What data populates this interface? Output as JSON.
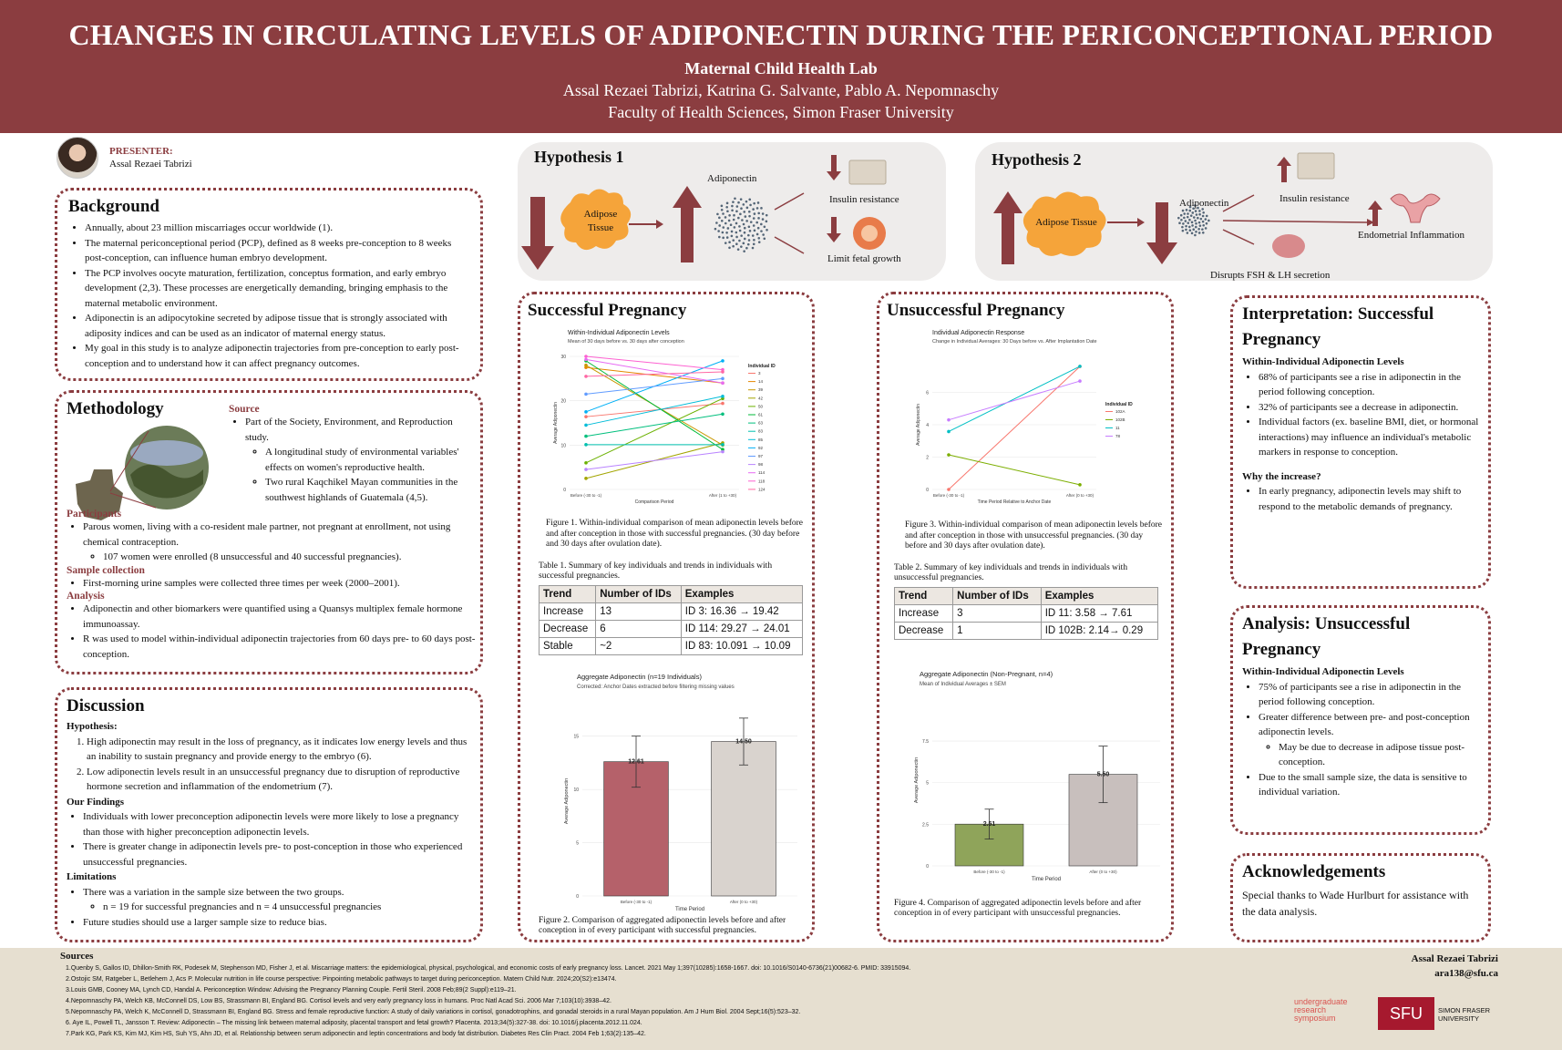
{
  "header": {
    "title": "CHANGES IN CIRCULATING LEVELS OF ADIPONECTIN DURING THE PERICONCEPTIONAL PERIOD",
    "lab": "Maternal Child Health Lab",
    "authors": "Assal Rezaei Tabrizi, Katrina G. Salvante, Pablo A. Nepomnaschy",
    "affiliation": "Faculty of Health Sciences, Simon Fraser University"
  },
  "presenter": {
    "label": "PRESENTER:",
    "name": "Assal Rezaei Tabrizi"
  },
  "background": {
    "title": "Background",
    "items": [
      "Annually, about 23 million miscarriages occur worldwide (1).",
      "The maternal periconceptional period (PCP), defined as 8 weeks pre-conception to 8 weeks post-conception, can influence human embryo development.",
      "The PCP involves oocyte maturation, fertilization, conceptus formation, and early embryo development (2,3). These processes are energetically demanding, bringing emphasis to the maternal metabolic environment.",
      "Adiponectin is an adipocytokine secreted by adipose tissue that is strongly associated with adiposity indices and can be used as an indicator of maternal energy status.",
      "My goal in this study is to analyze adiponectin trajectories from pre-conception to early post-conception and to understand how it can affect pregnancy outcomes."
    ]
  },
  "methodology": {
    "title": "Methodology",
    "source_label": "Source",
    "source_item": "Part of the Society, Environment, and Reproduction study.",
    "source_sub": [
      "A longitudinal study of environmental variables' effects on women's reproductive health.",
      "Two rural Kaqchikel Mayan communities in the southwest highlands of Guatemala (4,5)."
    ],
    "participants_label": "Participants",
    "participants_item": "Parous women, living with a co-resident male partner, not pregnant at enrollment, not using chemical contraception.",
    "participants_sub": "107 women were enrolled (8 unsuccessful and 40 successful pregnancies).",
    "sample_label": "Sample collection",
    "sample_item": "First-morning urine samples were collected three times per week (2000–2001).",
    "analysis_label": "Analysis",
    "analysis_items": [
      "Adiponectin and other biomarkers were quantified using a Quansys multiplex female hormone immunoassay.",
      "R was used to model within-individual adiponectin trajectories from 60 days pre- to 60 days post-conception."
    ]
  },
  "discussion": {
    "title": "Discussion",
    "hyp_label": "Hypothesis:",
    "hyp_items": [
      "High adiponectin may result in the loss of pregnancy, as it indicates low energy levels and thus an inability to sustain pregnancy and provide energy to the embryo (6).",
      "Low adiponectin levels result in an unsuccessful pregnancy due to disruption of reproductive hormone secretion and inflammation of the endometrium (7)."
    ],
    "findings_label": "Our Findings",
    "findings_items": [
      "Individuals with lower preconception adiponectin levels were more likely to lose a pregnancy than those with higher preconception adiponectin levels.",
      "There is greater change in adiponectin levels pre- to post-conception in those who experienced unsuccessful pregnancies."
    ],
    "limits_label": "Limitations",
    "limits_item1": "There was a variation in the sample size between the two groups.",
    "limits_sub": "n = 19 for successful pregnancies and n = 4 unsuccessful pregnancies",
    "limits_item2": "Future studies should use a larger sample size to reduce bias."
  },
  "hyp1": {
    "title": "Hypothesis 1",
    "adipose": "Adipose Tissue",
    "adiponectin": "Adiponectin",
    "insulin": "Insulin resistance",
    "fetal": "Limit fetal growth"
  },
  "hyp2": {
    "title": "Hypothesis 2",
    "adipose": "Adipose Tissue",
    "adiponectin": "Adiponectin",
    "insulin": "Insulin resistance",
    "endo": "Endometrial Inflammation",
    "fsh": "Disrupts FSH & LH secretion"
  },
  "successful": {
    "title": "Successful Pregnancy",
    "fig1_caption": "Figure 1. Within-individual comparison of mean adiponectin levels before and after conception in those with successful pregnancies. (30 day before and 30 days after ovulation date).",
    "table_caption": "Table 1. Summary of key individuals and trends in individuals with successful pregnancies.",
    "table": {
      "headers": [
        "Trend",
        "Number of IDs",
        "Examples"
      ],
      "rows": [
        [
          "Increase",
          "13",
          "ID 3: 16.36 → 19.42"
        ],
        [
          "Decrease",
          "6",
          "ID 114: 29.27 → 24.01"
        ],
        [
          "Stable",
          "~2",
          "ID 83: 10.091 → 10.09"
        ]
      ]
    },
    "fig2_caption": "Figure 2. Comparison of aggregated adiponectin levels before and after conception in of every participant with successful pregnancies."
  },
  "unsuccessful": {
    "title": "Unsuccessful Pregnancy",
    "fig3_caption": "Figure 3. Within-individual comparison of mean adiponectin levels before and after conception in those with unsuccessful pregnancies. (30 day before and 30 days after ovulation date).",
    "table_caption": "Table 2. Summary of key individuals and trends in individuals with unsuccessful pregnancies.",
    "table": {
      "headers": [
        "Trend",
        "Number of IDs",
        "Examples"
      ],
      "rows": [
        [
          "Increase",
          "3",
          "ID 11: 3.58 → 7.61"
        ],
        [
          "Decrease",
          "1",
          "ID 102B: 2.14→ 0.29"
        ]
      ]
    },
    "fig4_caption": "Figure 4. Comparison of aggregated adiponectin levels before and after conception in of every participant with unsuccessful pregnancies."
  },
  "interp": {
    "title": "Interpretation:  Successful Pregnancy",
    "sub": "Within-Individual Adiponectin Levels",
    "items": [
      "68% of participants see a rise in adiponectin in the period following conception.",
      "32% of  participants see a decrease in adiponectin.",
      "Individual factors (ex. baseline BMI, diet, or hormonal interactions) may influence an individual's metabolic markers in response to conception."
    ],
    "why": "Why the increase?",
    "why_item": "In early pregnancy, adiponectin levels may shift to respond to the metabolic demands of pregnancy."
  },
  "analysis_u": {
    "title": "Analysis: Unsuccessful Pregnancy",
    "sub": "Within-Individual Adiponectin Levels",
    "item1": "75% of participants see a rise in adiponectin in the period following conception.",
    "item2": "Greater difference between pre- and post-conception adiponectin levels.",
    "item2_sub": "May be due to decrease in adipose tissue post-conception.",
    "item3": "Due to the small sample size, the data is sensitive to individual variation."
  },
  "ack": {
    "title": "Acknowledgements",
    "text": "Special thanks to Wade Hurlburt for assistance with the data analysis."
  },
  "sources": {
    "title": "Sources",
    "items": [
      "1.Quenby S, Gallos ID, Dhillon-Smith RK, Podesek M, Stephenson MD, Fisher J, et al. Miscarriage matters: the epidemiological, physical, psychological, and economic costs of early pregnancy loss. Lancet. 2021 May 1;397(10285):1658-1667. doi: 10.1016/S0140-6736(21)00682-6. PMID: 33915094.",
      "2.Ostojic SM, Ratgeber L, Betlehem J, Acs P. Molecular nutrition in life course perspective: Pinpointing metabolic pathways to target during periconception. Matern Child Nutr. 2024;20(S2):e13474.",
      "3.Louis GMB, Cooney MA, Lynch CD, Handal A. Periconception Window: Advising the Pregnancy Planning Couple. Fertil Steril. 2008 Feb;89(2 Suppl):e119–21.",
      "4.Nepomnaschy PA, Welch KB, McConnell DS, Low BS, Strassmann BI, England BG. Cortisol levels and very early pregnancy loss in humans. Proc Natl Acad Sci. 2006 Mar 7;103(10):3938–42.",
      "5.Nepomnaschy PA, Welch K, McConnell D, Strassmann BI, England BG. Stress and female reproductive function: A study of daily variations in cortisol, gonadotrophins, and gonadal steroids in a rural Mayan population. Am J Hum Biol. 2004 Sept;16(5):523–32.",
      "6. Aye IL, Powell TL, Jansson T. Review: Adiponectin – The missing link between maternal adiposity, placental transport and fetal growth? Placenta. 2013;34(5):327-38. doi: 10.1016/j.placenta.2012.11.024.",
      "7.Park KG, Park KS, Kim MJ, Kim HS, Suh YS, Ahn JD, et al. Relationship between serum adiponectin and leptin concentrations and body fat distribution. Diabetes Res Clin Pract. 2004 Feb 1;63(2):135–42."
    ]
  },
  "contact": {
    "name": "Assal Rezaei Tabrizi",
    "email": "ara138@sfu.ca"
  },
  "logos": {
    "urs": "undergraduate research symposium",
    "sfu": "SFU",
    "sfu_full": "SIMON FRASER UNIVERSITY"
  },
  "chart_data": [
    {
      "type": "line",
      "title": "Within-Individual Adiponectin Levels",
      "subtitle": "Mean of 30 days before vs. 30 days after conception",
      "xlabel": "Comparison Period",
      "ylabel": "Average Adiponectin",
      "categories": [
        "Before (-30 to -1)",
        "After (1 to +30)"
      ],
      "ylim": [
        0,
        30
      ],
      "legend_title": "Individual ID",
      "legend_position": "right",
      "series": [
        {
          "name": "3",
          "values": [
            16.4,
            19.4
          ],
          "color": "#f8766d"
        },
        {
          "name": "14",
          "values": [
            27.5,
            24.0
          ],
          "color": "#e58700"
        },
        {
          "name": "39",
          "values": [
            28.0,
            10.0
          ],
          "color": "#c99800"
        },
        {
          "name": "42",
          "values": [
            2.5,
            10.5
          ],
          "color": "#a3a500"
        },
        {
          "name": "50",
          "values": [
            6.0,
            20.5
          ],
          "color": "#6bb100"
        },
        {
          "name": "61",
          "values": [
            29.0,
            9.0
          ],
          "color": "#00ba38"
        },
        {
          "name": "63",
          "values": [
            12.0,
            17.0
          ],
          "color": "#00bf7d"
        },
        {
          "name": "83",
          "values": [
            10.1,
            10.1
          ],
          "color": "#00c0af"
        },
        {
          "name": "85",
          "values": [
            14.5,
            21.0
          ],
          "color": "#00bcd8"
        },
        {
          "name": "92",
          "values": [
            17.5,
            29.0
          ],
          "color": "#00b0f6"
        },
        {
          "name": "97",
          "values": [
            21.5,
            25.0
          ],
          "color": "#619cff"
        },
        {
          "name": "98",
          "values": [
            4.5,
            8.5
          ],
          "color": "#b983ff"
        },
        {
          "name": "114",
          "values": [
            29.3,
            24.0
          ],
          "color": "#e76bf3"
        },
        {
          "name": "118",
          "values": [
            30.0,
            27.0
          ],
          "color": "#fd61d1"
        },
        {
          "name": "124",
          "values": [
            25.5,
            26.5
          ],
          "color": "#ff67a4"
        }
      ]
    },
    {
      "type": "bar",
      "title": "Aggregate Adiponectin (n=19 Individuals)",
      "subtitle": "Corrected: Anchor Dates extracted before filtering missing values",
      "xlabel": "Time Period",
      "ylabel": "Average Adiponectin",
      "categories": [
        "Before (-30 to -1)",
        "After (0 to +30)"
      ],
      "values": [
        12.61,
        14.5
      ],
      "errors": [
        2.4,
        2.2
      ],
      "colors": [
        "#b5616a",
        "#d9d3ce"
      ],
      "ylim": [
        0,
        17.8
      ]
    },
    {
      "type": "line",
      "title": "Individual Adiponectin Response",
      "subtitle": "Change in Individual Averages: 30 Days before vs. After Implantation Date",
      "xlabel": "Time Period Relative to Anchor Date",
      "ylabel": "Average Adiponectin",
      "categories": [
        "Before (-30 to -1)",
        "After (0 to +30)"
      ],
      "ylim": [
        0,
        8
      ],
      "legend_title": "Individual ID",
      "legend_position": "right",
      "series": [
        {
          "name": "102A",
          "values": [
            0.0,
            7.6
          ],
          "color": "#f8766d"
        },
        {
          "name": "102B",
          "values": [
            2.14,
            0.29
          ],
          "color": "#7cae00"
        },
        {
          "name": "11",
          "values": [
            3.58,
            7.61
          ],
          "color": "#00bfc4"
        },
        {
          "name": "78",
          "values": [
            4.3,
            6.7
          ],
          "color": "#c77cff"
        }
      ]
    },
    {
      "type": "bar",
      "title": "Aggregate Adiponectin (Non-Pregnant, n=4)",
      "subtitle": "Mean of Individual Averages ± SEM",
      "xlabel": "Time Period",
      "ylabel": "Average Adiponectin",
      "categories": [
        "Before (-30 to -1)",
        "After (0 to +30)"
      ],
      "values": [
        2.51,
        5.5
      ],
      "errors": [
        0.9,
        1.7
      ],
      "colors": [
        "#8fa45a",
        "#c8bfbd"
      ],
      "ylim": [
        0,
        10.3
      ]
    }
  ]
}
